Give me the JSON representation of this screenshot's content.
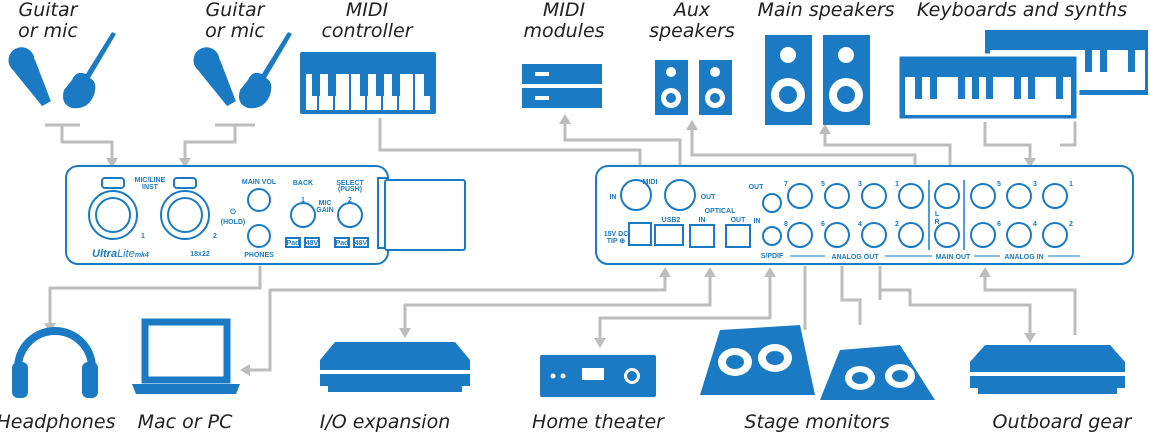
{
  "colors": {
    "device_blue": "#1a7bc4",
    "cable_gray": "#bdbdbd"
  },
  "top_labels": {
    "guitar_mic_1": [
      "Guitar",
      "or mic"
    ],
    "guitar_mic_2": [
      "Guitar",
      "or mic"
    ],
    "midi_controller": [
      "MIDI",
      "controller"
    ],
    "midi_modules": [
      "MIDI",
      "modules"
    ],
    "aux_speakers": [
      "Aux",
      "speakers"
    ],
    "main_speakers": "Main speakers",
    "keyboards": "Keyboards and synths"
  },
  "bottom_labels": {
    "headphones": "Headphones",
    "computer": "Mac or PC",
    "io_expansion": "I/O expansion",
    "home_theater": "Home theater",
    "stage_monitors": "Stage monitors",
    "outboard": "Outboard gear"
  },
  "front_panel": {
    "mic_line_inst": [
      "MIC/LINE",
      "INST"
    ],
    "input_1": "1",
    "input_2": "2",
    "main_vol": "MAIN VOL",
    "hold": "(HOLD)",
    "phones": "PHONES",
    "back": "BACK",
    "select": "SELECT",
    "push": "(PUSH)",
    "gain_1": "1",
    "gain_2": "2",
    "mic_gain": [
      "MIC",
      "GAIN"
    ],
    "pad": "Pad",
    "phantom": "48V",
    "brand_bold": "Ultra",
    "brand_light": "Lite",
    "brand_model": "mk4",
    "io_count": "18x22"
  },
  "rear_panel": {
    "midi": "MIDI",
    "midi_in": "IN",
    "midi_out": "OUT",
    "power": [
      "15V DC",
      "TIP ⊕"
    ],
    "usb": "USB2",
    "optical": "OPTICAL",
    "optical_in": "IN",
    "optical_out": "OUT",
    "spdif_out": "OUT",
    "spdif_in": "IN",
    "spdif": "S/PDIF",
    "analog_out_top": [
      "7",
      "5",
      "3",
      "1"
    ],
    "analog_out_bottom": [
      "8",
      "6",
      "4",
      "2"
    ],
    "main_l": "L",
    "main_r": "R",
    "analog_in_top": [
      "5",
      "3",
      "1"
    ],
    "analog_in_bottom": [
      "6",
      "4",
      "2"
    ],
    "analog_out": "ANALOG OUT",
    "main_out": "MAIN OUT",
    "analog_in": "ANALOG IN"
  }
}
